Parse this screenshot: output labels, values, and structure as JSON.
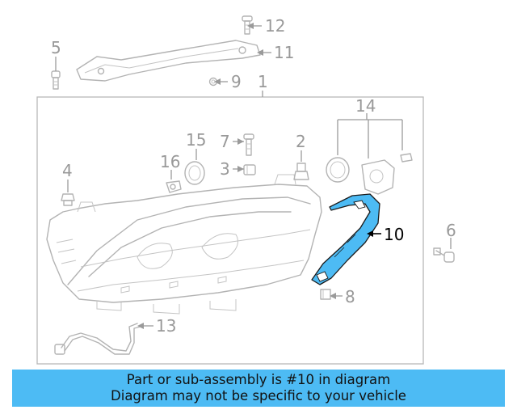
{
  "callouts": {
    "c1": "1",
    "c2": "2",
    "c3": "3",
    "c4": "4",
    "c5": "5",
    "c6": "6",
    "c7": "7",
    "c8": "8",
    "c9": "9",
    "c10": "10",
    "c11": "11",
    "c12": "12",
    "c13": "13",
    "c14": "14",
    "c15": "15",
    "c16": "16"
  },
  "highlighted_part": "10",
  "colors": {
    "highlight_fill": "#4dbbf4",
    "part_stroke": "#b3b3b3",
    "callout_text": "#999999",
    "banner_bg": "#4dbbf4"
  },
  "banner": {
    "line1": "Part or sub-assembly is #10 in diagram",
    "line2": "Diagram may not be specific to your vehicle"
  }
}
